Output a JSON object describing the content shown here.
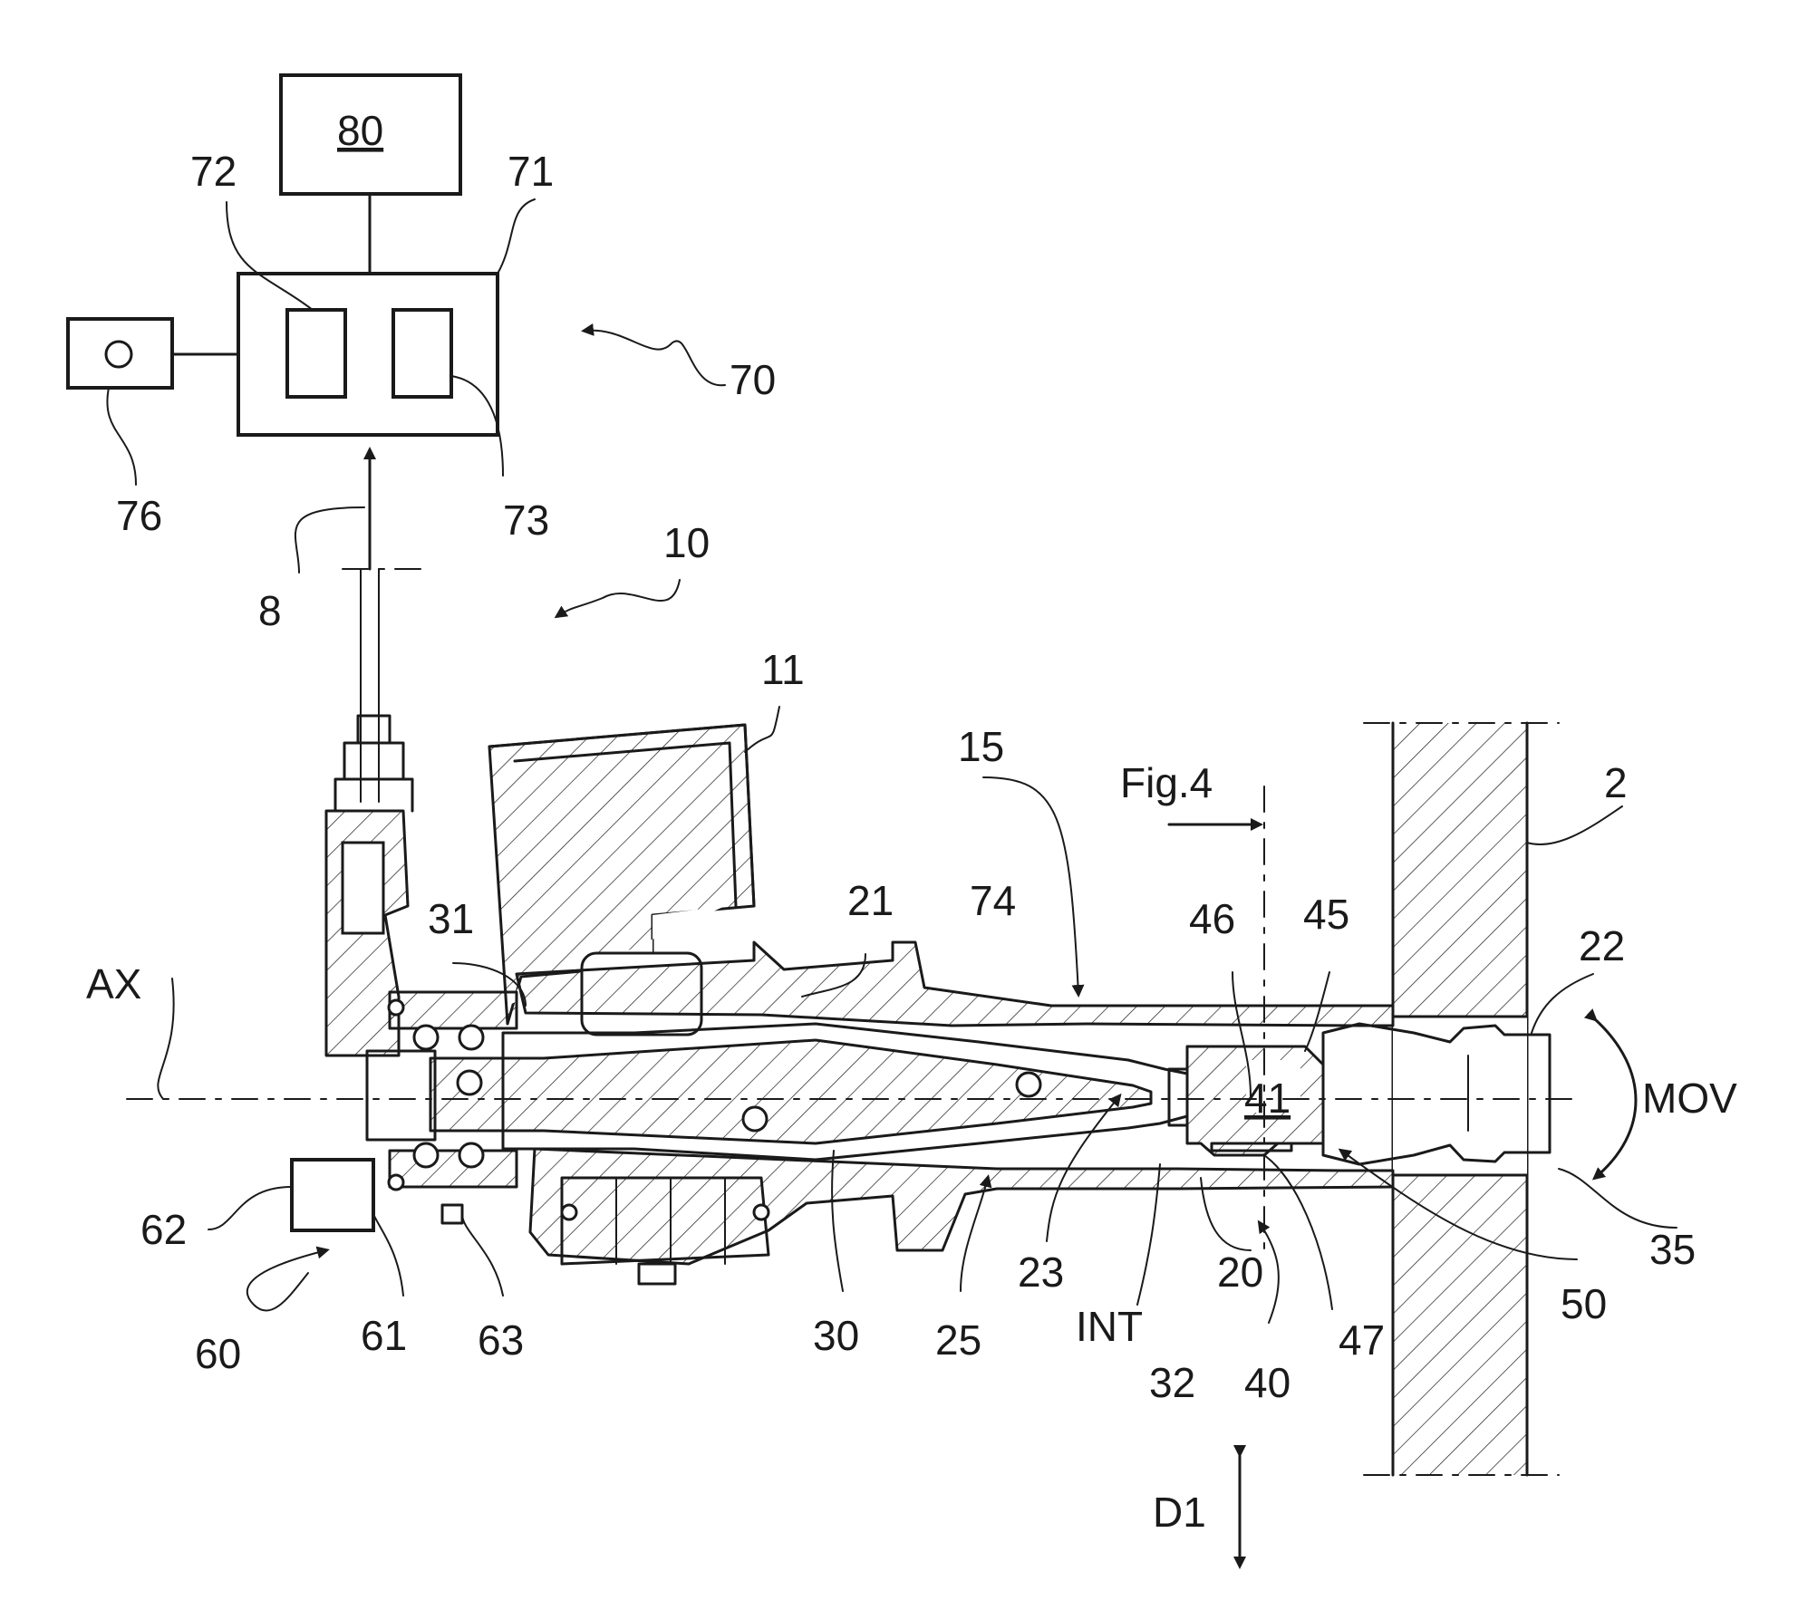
{
  "labels": {
    "l80": "80",
    "l72": "72",
    "l71": "71",
    "l70": "70",
    "l76": "76",
    "l73": "73",
    "l10": "10",
    "l8": "8",
    "l11": "11",
    "l15": "15",
    "figref": "Fig.4",
    "l2": "2",
    "l31": "31",
    "l21": "21",
    "l74": "74",
    "l46": "46",
    "l45": "45",
    "l22": "22",
    "AX": "AX",
    "l41": "41",
    "MOV": "MOV",
    "l62": "62",
    "l35": "35",
    "l23": "23",
    "l20": "20",
    "l50": "50",
    "l60": "60",
    "l61": "61",
    "l63": "63",
    "l30": "30",
    "l25": "25",
    "INT": "INT",
    "l32": "32",
    "l40": "40",
    "l47": "47",
    "D1": "D1"
  },
  "colors": {
    "ink": "#1a1a1a",
    "paper": "#ffffff"
  }
}
